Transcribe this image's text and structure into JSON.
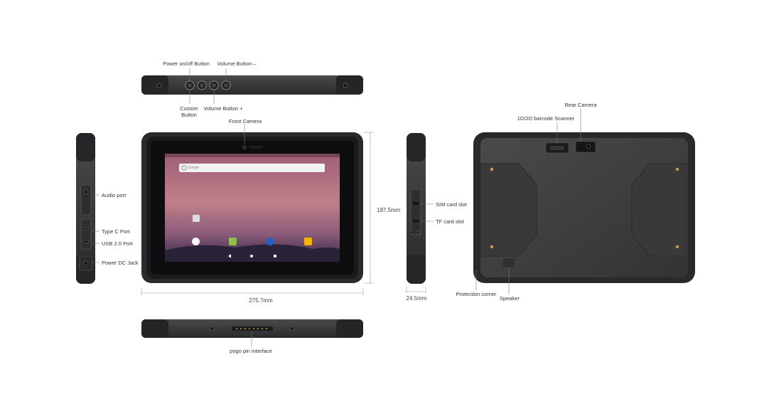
{
  "callouts": {
    "power_button": "Power on/off Button",
    "volume_minus": "Volume Button –",
    "custom_button_line1": "Custom",
    "custom_button_line2": "Button",
    "volume_plus": "Volume Button +",
    "front_camera": "Front Camera",
    "audio_port": "Audio port",
    "type_c_port": "Type C Port",
    "usb_port": "USB 2.0 Port",
    "power_dc_jack": "Power DC Jack",
    "sim_slot": "SIM card slot",
    "tf_slot": "TF card slot",
    "rear_camera": "Rear Camera",
    "barcode_scanner": "1D/2D barcode Scanner",
    "protection_corner": "Protection corner",
    "speaker": "Speaker",
    "pogo_pin": "pogo pin interface"
  },
  "dimensions": {
    "height": "187.5mm",
    "width": "275.7mm",
    "thickness": "24.5mm"
  },
  "screen": {
    "search_placeholder": "Google"
  },
  "colors": {
    "body": "#3a3a3c",
    "bumper": "#2a2a2c",
    "wallpaper_top": "#b06a7a",
    "wallpaper_bottom": "#3a2a4a"
  }
}
